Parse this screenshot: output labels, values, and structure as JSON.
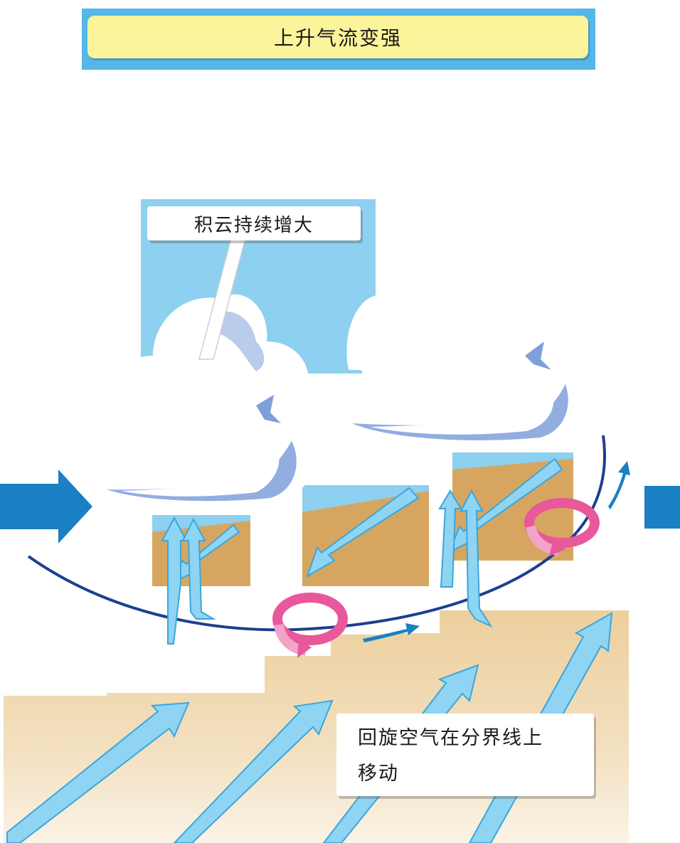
{
  "title": "上升气流变强",
  "labels": {
    "cloud_growth": "积云持续增大",
    "rotating_air_line1": "回旋空气在分界线上",
    "rotating_air_line2": "移动"
  },
  "colors": {
    "sky": "#8dd0f0",
    "ground": "#d4a865",
    "updraft_arrow": "#8fd4f3",
    "arrow_outline": "#3aa6dc",
    "front_line": "#1d3f8f",
    "flow_arrow": "#1a7fc4",
    "rotation": "#e8589a",
    "title_bg": "#fbf49a",
    "title_border": "#55b6e8"
  },
  "icons": [
    "wind-arrow-icon",
    "updraft-arrow-icon",
    "rotation-arrow-icon",
    "cloud-icon"
  ]
}
